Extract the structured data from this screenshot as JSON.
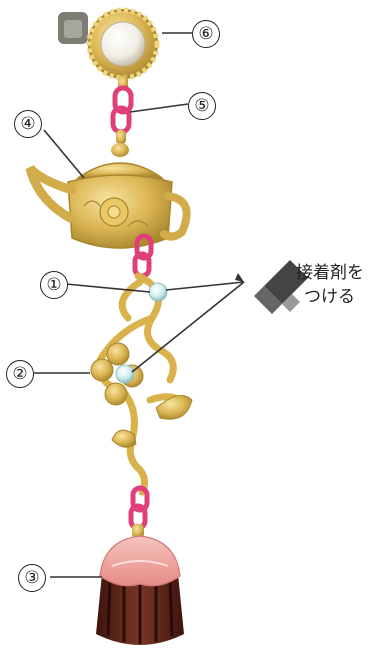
{
  "labels": {
    "n1": "①",
    "n2": "②",
    "n3": "③",
    "n4": "④",
    "n5": "⑤",
    "n6": "⑥"
  },
  "note": {
    "line1": "接着剤を",
    "line2": "つける"
  },
  "colors": {
    "gold": "#d9b24c",
    "gold_light": "#f2d783",
    "gold_dark": "#a8862e",
    "chain_pink": "#e0407a",
    "pearl": "#f4f1ea",
    "gem": "#cfeeee",
    "cake_pink": "#f1a4a0",
    "cake_brown": "#6b2f22",
    "tube": "#444444",
    "line": "#333333"
  }
}
